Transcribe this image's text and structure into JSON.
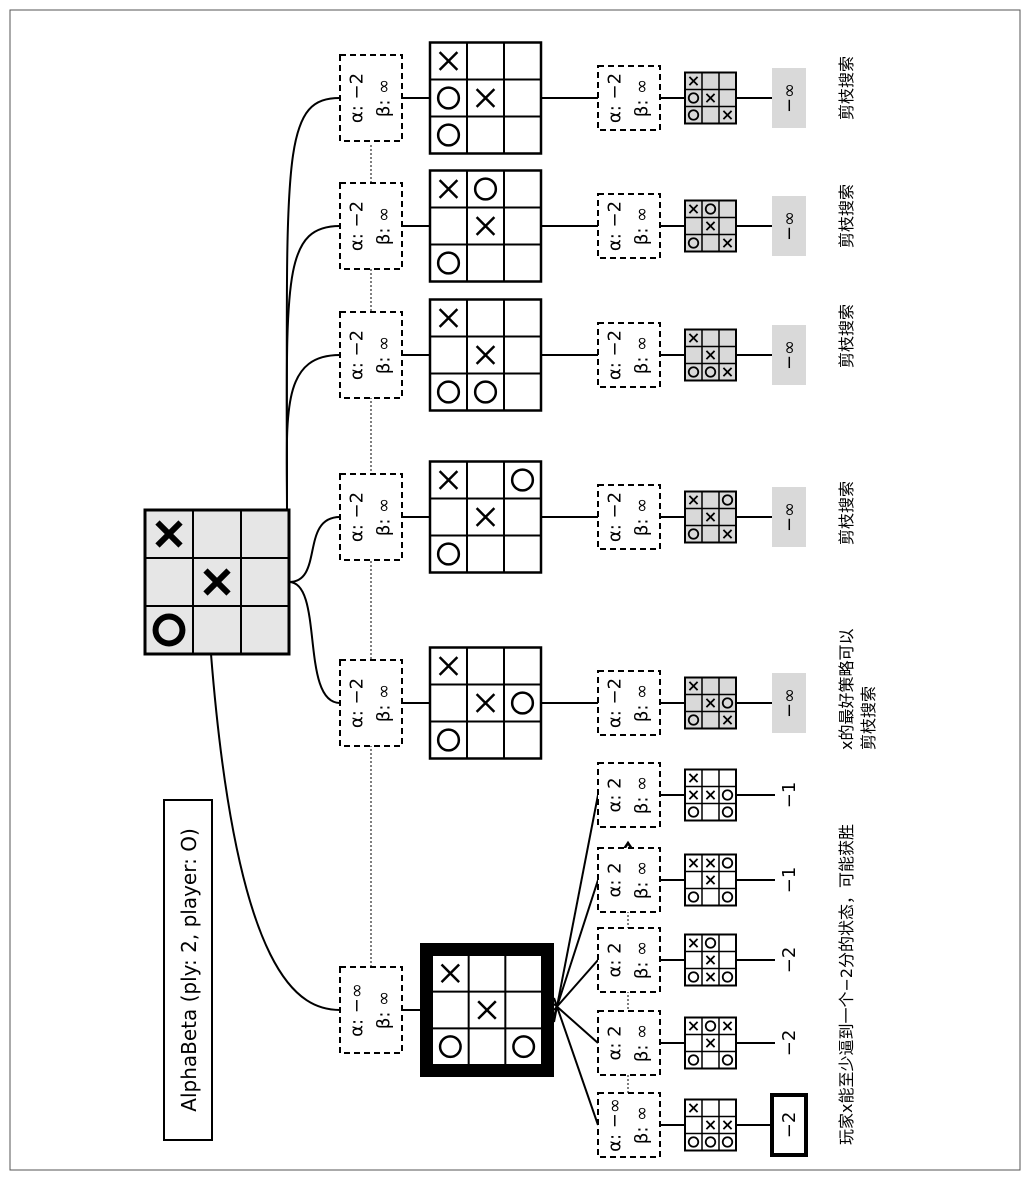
{
  "title": "AlphaBeta (ply: 2, player: O)",
  "root": {
    "board": [
      "O",
      "",
      "X",
      "",
      "X",
      "",
      "",
      "",
      ""
    ]
  },
  "level1": [
    {
      "alpha": "α: −∞",
      "beta": "β: ∞",
      "board": [
        "O",
        "",
        "X",
        "",
        "X",
        "",
        "O",
        "",
        ""
      ],
      "selected": true
    },
    {
      "alpha": "α: −2",
      "beta": "β: ∞",
      "board": [
        "O",
        "",
        "X",
        "",
        "X",
        "",
        "",
        "O",
        ""
      ]
    },
    {
      "alpha": "α: −2",
      "beta": "β: ∞",
      "board": [
        "O",
        "",
        "X",
        "",
        "X",
        "",
        "",
        "",
        "O"
      ]
    },
    {
      "alpha": "α: −2",
      "beta": "β: ∞",
      "board": [
        "O",
        "",
        "X",
        "O",
        "X",
        "",
        "",
        "",
        ""
      ]
    },
    {
      "alpha": "α: −2",
      "beta": "β: ∞",
      "board": [
        "O",
        "",
        "X",
        "",
        "X",
        "O",
        "",
        "",
        ""
      ]
    },
    {
      "alpha": "α: −2",
      "beta": "β: ∞",
      "board": [
        "O",
        "O",
        "X",
        "",
        "X",
        "",
        "",
        "",
        ""
      ]
    }
  ],
  "level2_expanded": [
    {
      "alpha": "α: −∞",
      "beta": "β: ∞",
      "board": [
        "O",
        "",
        "X",
        "O",
        "X",
        "",
        "O",
        "X",
        ""
      ],
      "value": "−2",
      "best": true
    },
    {
      "alpha": "α: 2",
      "beta": "β: ∞",
      "board": [
        "O",
        "",
        "X",
        "",
        "X",
        "O",
        "O",
        "",
        "X"
      ],
      "value": "−2"
    },
    {
      "alpha": "α: 2",
      "beta": "β: ∞",
      "board": [
        "O",
        "",
        "X",
        "X",
        "X",
        "O",
        "O",
        "",
        ""
      ],
      "value": "−2"
    },
    {
      "alpha": "α: 2",
      "beta": "β: ∞",
      "board": [
        "O",
        "",
        "X",
        "",
        "X",
        "X",
        "O",
        "",
        "O"
      ],
      "value": "−1"
    },
    {
      "alpha": "α: 2",
      "beta": "β: ∞",
      "board": [
        "O",
        "X",
        "X",
        "",
        "X",
        "",
        "O",
        "O",
        ""
      ],
      "value": "−1"
    }
  ],
  "level2_pruned": [
    {
      "alpha": "α: −2",
      "beta": "β: ∞",
      "board": [
        "O",
        "",
        "X",
        "",
        "X",
        "",
        "X",
        "O",
        ""
      ],
      "value": "−∞"
    },
    {
      "alpha": "α: −2",
      "beta": "β: ∞",
      "board": [
        "O",
        "",
        "X",
        "",
        "X",
        "",
        "X",
        "",
        "O"
      ],
      "value": "−∞"
    },
    {
      "alpha": "α: −2",
      "beta": "β: ∞",
      "board": [
        "O",
        "",
        "X",
        "O",
        "X",
        "",
        "X",
        "",
        ""
      ],
      "value": "−∞"
    },
    {
      "alpha": "α: −2",
      "beta": "β: ∞",
      "board": [
        "O",
        "",
        "X",
        "",
        "X",
        "O",
        "X",
        "",
        ""
      ],
      "value": "−∞"
    },
    {
      "alpha": "α: −2",
      "beta": "β: ∞",
      "board": [
        "O",
        "O",
        "X",
        "",
        "X",
        "",
        "X",
        "",
        ""
      ],
      "value": "−∞"
    }
  ],
  "notes": {
    "n0": "玩家x能至少逼到一个−2分的状态，可能获胜",
    "n1_line1": "x的最好策略可以",
    "n1_line2": "剪枝搜索",
    "n2": "剪枝搜索",
    "n3": "剪枝搜索",
    "n4": "剪枝搜索",
    "n5": "剪枝搜索"
  }
}
